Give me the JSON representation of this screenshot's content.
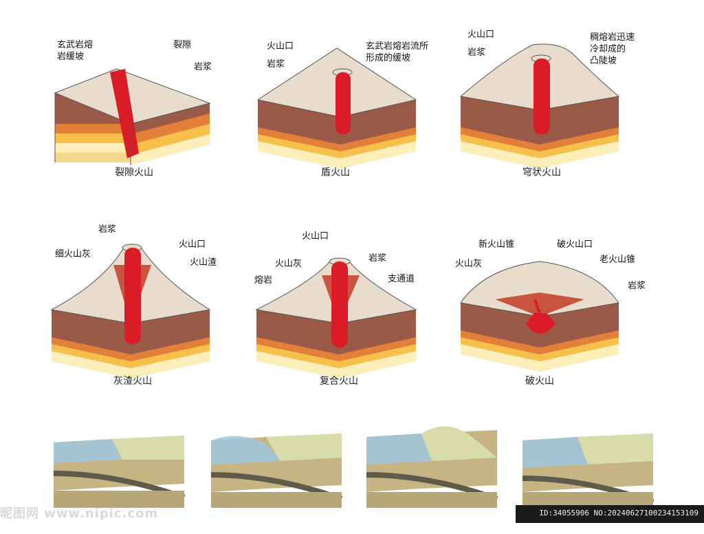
{
  "panels": [
    {
      "caption": "裂隙火山",
      "labels": [
        "玄武岩熔\n岩缓坡",
        "裂隙",
        "岩浆"
      ]
    },
    {
      "caption": "盾火山",
      "labels": [
        "火山口",
        "岩浆",
        "玄武岩熔岩流所\n形成的缓坡"
      ]
    },
    {
      "caption": "穹状火山",
      "labels": [
        "火山口",
        "岩浆",
        "稠熔岩迅速\n冷却成的\n凸陡坡"
      ]
    },
    {
      "caption": "灰渣火山",
      "labels": [
        "岩浆",
        "细火山灰",
        "火山口",
        "火山渣"
      ]
    },
    {
      "caption": "复合火山",
      "labels": [
        "火山口",
        "火山灰",
        "岩浆",
        "熔岩",
        "支通道"
      ]
    },
    {
      "caption": "破火山",
      "labels": [
        "新火山锥",
        "破火山口",
        "火山灰",
        "老火山锥",
        "岩浆"
      ]
    }
  ],
  "watermark": {
    "site": "昵图网 www.nipic.com",
    "id": "ID:34055906 NO:20240627100234153109"
  }
}
